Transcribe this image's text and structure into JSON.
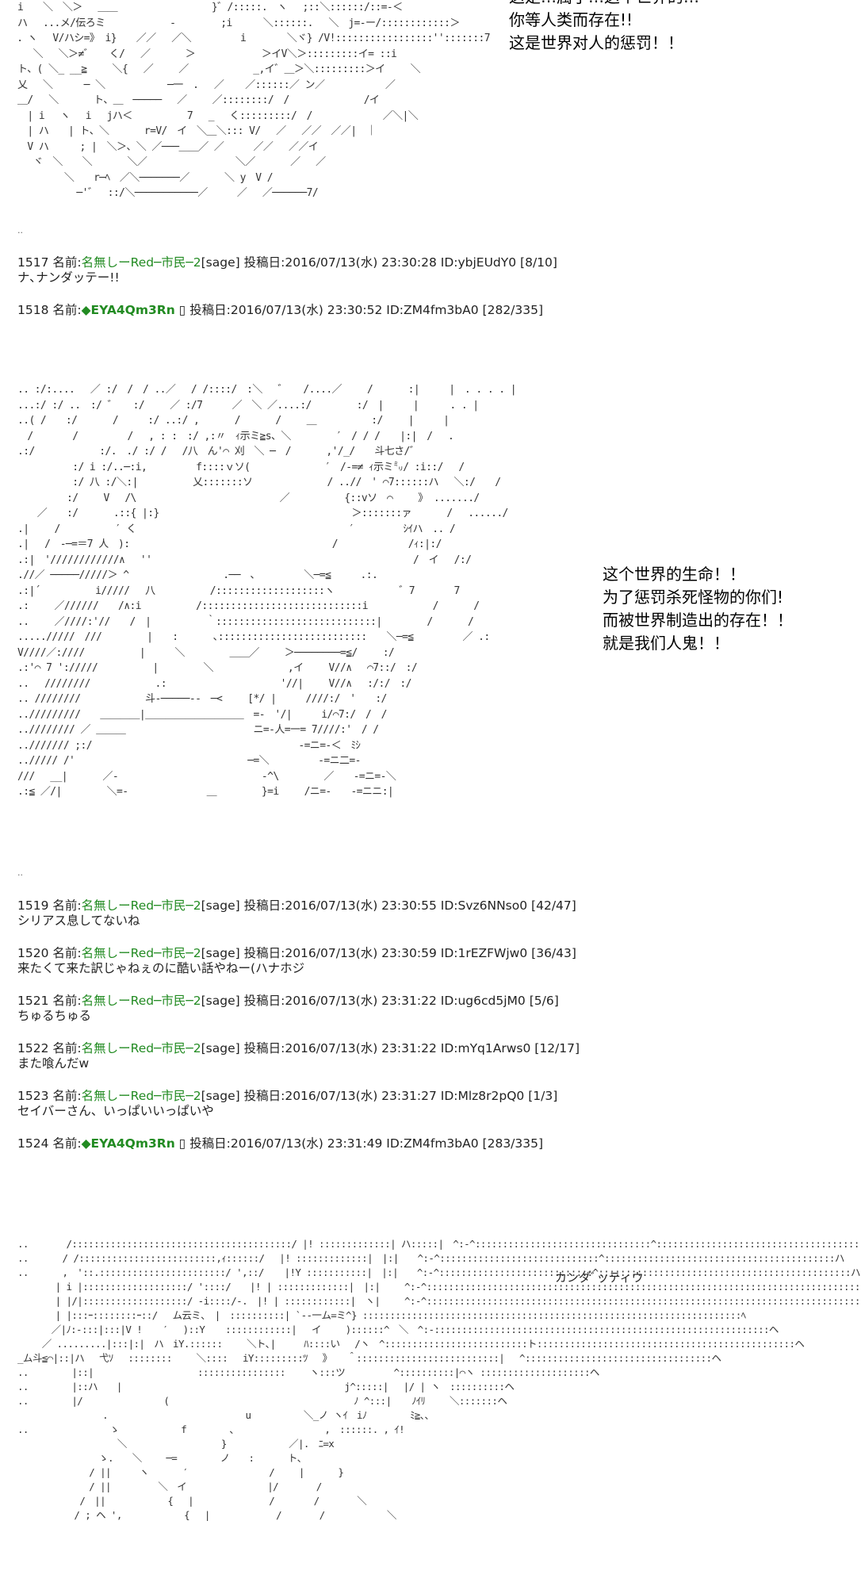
{
  "aa_blocks": {
    "aa1": [
      "i　　＼　＼＞　 ＿＿　　　　　　　　　 }゛/:::::.　ヽ　 ;::＼::::::/::=-＜",
      "ハ　 ...メ/伝ろミ　　　　　　 -　　　　 ;i　 　 ＼::::::.　 ＼　j=‐ー/::::::::::::＞",
      "．ヽ　 V/ハシ=》 i}　　／／　 ／＼　　　　　i　　 　 ＼ヾ} /V!:::::::::::::::::'':::::::7",
      "　 ＼　 ＼＞≠゛　 く/　 ／　　　 ＞　　 　 　 　＞イV＼＞:::::::::イ= ::i",
      "ト、( ＼_ __≧　　 ＼{　 ／　　 ／　　　　　　 _,イ゛＿＞＼:::::::::＞イ　　 ＼",
      "乂　 ＼　 　 ─ ＼　 　 　 　 ─一　.　 ／ 　 ／::::::／ ン／　　　　 　 ／",
      "＿/　 ＼　　　 ト、＿　─────　 ／　　 ／::::::::/　/　　　　　　 　/イ",
      "　| i　 ヽ　 i　 jハ＜　　　　　 7　 _　 く:::::::::/　/　　　　　 　 ／＼|＼",
      "　| ハ　　| ト、＼　　　 r=V/　イ　＼＿＼::: V/　 ／　 ／／　／／|　｜",
      "　V ハ　 　 ; |　＼＞、＼ ／───＿＿／ ／　　　／／　 ／／イ",
      "　 ヾ　＼　　＼　　 　＼／　　　　　　　　　＼／　　　 ／　 ／",
      "　 　 　 ＼　　r─ﾍ　／＼───────／　　　 ＼ y　V /",
      "　　　　　　─'゛　::/＼───────────／　　　／　 ／──────7/"
    ],
    "aa2": [
      ".. :/:....　 ／ :/　/　/ ..／　 / /::::/　:＼　 ゛ 　/....／　　 /　　　 :|　　　|　. . . . |",
      "...:/ :/ ..　:/ ゛　 :/　　 ／ :/7　　　／　＼ ／....:/　　　 　:/　|　　　|　 　 . . |",
      "..( /　　:/　　　 /　　　:/ ..:/ ,　　　 /　　　 /　　 ＿　　　　　 :/　 　|　　　|",
      "　/　　　　/　　　　　/　 , : :　:/ ,:〃　ｨ示ミ≧s、＼　　　　 ′　/ / /　　|:|　/　 .",
      ".:/　　　　　　 :/.　./ :/ /　 /八　ん'⌒ 刈　＼ ─　/ 　　　,'/_/　　斗七さ/゛",
      "　　　　　 :/ i :/..─:i,　　　　　f::::ｖソ(　　　　　　　 ′　/-=≠ ｨ示ミ㍉/ :i::/ 　/",
      "　　　　　 :/ 八 :/＼:|　　　　　 乂:::::::ソ　　　　　　　 / ..//　' ⌒7::::::ハ　 ＼:/　　/",
      "　　　　　:/　　 V　 /\\　　　　　　　　　　　　　　 ／　　　　　 {::vソ　⌒　　 》 ......./",
      "　　／　　:/　　　 .::{ |:}　　　　　　　　　　　　　　　　　　　 ＞:::::::ァ　　　 /　 ....../",
      ".|　　 /　　　　　 ′ く　　　　　　　　　　　　　　　　　　　　　 ′　　　　　ｼｲハ　.. /",
      ".|　 /　-─=＝7 人　):　　　　　　　　　　　　　　　　　　　　 /　　　　　 　 /ｨ:|:/",
      ".:|　'////////////∧　 ''　　　　　　　　　　　　　　　　　　　　　　　　　　 /　イ　 /:/",
      ".//／ ─────/////＞ ^　　　　　　　　　 .──　、　　　　　＼─=≦　　　.:.",
      ".:|´　　　　　 i/////　 八　　　　　 /:::::::::::::::::::ヽ　　　　　　 ゛7　　　　7",
      ".:　　 ／//////　　/∧:i　　　　　 /::::::::::::::::::::::::::::i　　　　　　 / 　　　/",
      "..　　 ／////:'//　　/　|　　　　　 ｀::::::::::::::::::::::::::::|　　　　 /　　　 /",
      "...../////　///　　　　 |　　:　　　 ､::::::::::::::::::::::::::　　＼─=≦　　　　　／ .:",
      "V////／:////　　　　　 |　　　＼　　　　 ＿＿／　　 ＞────────=≦/　　 :/",
      ".:'⌒ 7 '://///　　　　　 |　　　　 ＼　　　　　　　 ,イ　　 V//∧　 ⌒7::/　:/",
      "..　 ////////　　　　　　 .:　　　　　　　　　　　 '//|　　 V//∧　 :/:/　:/",
      ".. ////////　　　　　　 斗-─────-‐　─<　　 [*/ |　　　////:/　'　　:/",
      "../////////　　＿＿＿＿|＿＿＿＿＿＿＿＿＿＿　=-　'/|　　　i/⌒7:/　/　/",
      "..//////// ／ ＿＿＿　　　　　　　　　　　　　ニ=-人=一= 7////:'　/ /",
      "../////// ;:/　　　　　　　　　　　　　　　　　　　　　-=ニ=-＜　ﾐｼ",
      "..///// /'　　　　　　　　　　　　　　　　　 ─=＼　　　　　-=ニ二=-",
      "///　 __|　　　 ／-　　　　　　　　　　　　　　 -^\\　　　　 ／　　-=ニ=-＼",
      ".:≦ ／/|　　　　 ＼=-　　　　　　　　＿　　　　 }=i　　 /ニ=-　　-=ニニ:|"
    ],
    "aa3": [
      "..　　　　/::::::::::::::::::::::::::::::::::::::::/ |! :::::::::::::| ハ:::::|　^:-^::::::::::::::::::::::::::::::::^:::::::::::::::::::::::::::::::::::::::::ハ",
      "..　　　 / /:::::::::::::::::::::::::,ｨ::::::/ 　|! :::::::::::::|　|:|　　^:-^:::::::::::::::::::::::::::::^::::::::::::::::::::::::::::::::::::::::::ハ",
      "..　　　 ,　'::.:::::::::::::::::::::::/ ',::/ 　 |!Y :::::::::::|　|:|　　^:-^::::::::::::::::::::::::::::^::::::::::::::::::::::::::::::::::::::::::::::ハ",
      "　　　　| i |:::::::::::::::::::/ '::::/　　|! | :::::::::::::|　|:|　　 ^:-^:::::::::::::::::::::::::::::::::::::::::::::::::::::::::::::::::::::::::::::::::::|",
      "　　　　| |/|:::::::::::::::::::/ -i::::/-.　|! | ::::::::::::|　ヽ|　　 ^:-^:::::::::::::::::::::::::::::::::::::::::::::::::::::::::::::::::::::::::::::::::ヘ|",
      "　　　　| |:::ｰ::::::::ｰ::/　 ム云ミ、　|　::::::::::| `-‐一ム=ミ^} :::::::::::::::::::::::::::::::::::::::::::::::::::::::::::::::::::::ﾍ",
      "　　　 ／|ﾉ:-:::|:::|V ! 　 ′ 　)::Y 　 ::::::::::::|　 イ　　 )::::::^　＼　^:-:::::::::::::::::::::::::::::::::::::::::::::::::::::::::::::ヘ",
      "　　 ／ .........|:::|:|　ハ　iY.::::::　　 ＼ト､|　　　ﾊ::::い　 /ヽ　^::::::::::::::::::::::::::ト:::::::::::::::::::::::::::::::::::::::::::::::ヘ",
      "_ム斗≦⌒|::|ハ　 弋ｿ　 ::::::::　　 ＼::::　 iY:::::::::ﾂ　 》 　＾::::::::::::::::::::::::::|　 ^::::::::::::::::::::::::::::::::::ヘ",
      "..　　　　 |::|　　　　　　　　　　　::::::::::::::::　　 ヽ:::ツ　　　 　 ^::::::::::|⌒ヽ ::::::::::::::::::::ヘ",
      "..　　　　 |::ハ　　|　　　　　　　　　　　　　　　　　　　　　　　 j^:::::|　 |/ | ヽ　::::::::::ヘ",
      "..　　　　 |/　　　　　　　　 (　　　　　　　　　　　　　　　　　　　 ﾉ ^:::| 　 ﾉｲﾘ　　 ＼:::::::ヘ",
      "　　　　　　　　　.　　　　　　　　　　　　　　 u　　　　　 ＼_ノ ヽｲ　iﾉ　　　　 ﾐ≧、、",
      "..　　　　　　　　 ゝ　　　　　　 f　　　　 ､　　　　　　　　　 ,　::::::. , ｲ!",
      "　　　　　　　　　　 ＼　　　　　　　　　　}　　　　　　 ／|.　ﾆ=x",
      "　　　　　　　　 ゝ.　　＼　　 ─=　　　　 ノ　　:　　　 ト、",
      "　　　　　　　 / ||　　　ヽ　　　 ′　　　　　　　　 /　　 |　　　 }",
      "　　　　　　　 / ||　　　　　＼　イ　　　　　　　　 |/　　　　/",
      "　　　　　　 /　||　　　　　　 {　 |　　　　　　　　/　　 　 /　　　　＼",
      "　　　　　　/ ; ヘ ',　　　　　　 {　 |　　　　　　　/　　　　/　　　　　　 ＼"
    ]
  },
  "translations": {
    "t1": [
      "这是…属于…这个世界的…",
      "你等人类而存在!!",
      "这是世界对人的惩罚！！"
    ],
    "t2": [
      "这个世界的生命！！",
      "为了惩罚杀死怪物的你们!",
      "而被世界制造出的存在！！",
      "就是我们人鬼！！"
    ]
  },
  "sfx": "カンダﾞッティウ",
  "ellipsis": "..",
  "posts": [
    {
      "num": "1517",
      "label": "名前:",
      "name": "名無しーRed─市民─2",
      "mail": "[sage]",
      "date_label": "投稿日:",
      "date": "2016/07/13(水) 23:30:28",
      "id": "ID:ybjEUdY0",
      "count": "[8/10]",
      "body": "ナ､ナンダッテー!!"
    },
    {
      "num": "1518",
      "label": "名前:",
      "name": "◆EYA4Qm3Rn",
      "mail": "",
      "date_label": "投稿日:",
      "date": "2016/07/13(水) 23:30:52",
      "id": "ID:ZM4fm3bA0",
      "count": "[282/335]",
      "body": ""
    },
    {
      "num": "1519",
      "label": "名前:",
      "name": "名無しーRed─市民─2",
      "mail": "[sage]",
      "date_label": "投稿日:",
      "date": "2016/07/13(水) 23:30:55",
      "id": "ID:Svz6NNso0",
      "count": "[42/47]",
      "body": "シリアス息してないね"
    },
    {
      "num": "1520",
      "label": "名前:",
      "name": "名無しーRed─市民─2",
      "mail": "[sage]",
      "date_label": "投稿日:",
      "date": "2016/07/13(水) 23:30:59",
      "id": "ID:1rEZFWjw0",
      "count": "[36/43]",
      "body": "来たくて来た訳じゃねぇのに酷い話やねー(ハナホジ"
    },
    {
      "num": "1521",
      "label": "名前:",
      "name": "名無しーRed─市民─2",
      "mail": "[sage]",
      "date_label": "投稿日:",
      "date": "2016/07/13(水) 23:31:22",
      "id": "ID:ug6cd5jM0",
      "count": "[5/6]",
      "body": "ちゅるちゅる"
    },
    {
      "num": "1522",
      "label": "名前:",
      "name": "名無しーRed─市民─2",
      "mail": "[sage]",
      "date_label": "投稿日:",
      "date": "2016/07/13(水) 23:31:22",
      "id": "ID:mYq1Arws0",
      "count": "[12/17]",
      "body": "また喰んだw"
    },
    {
      "num": "1523",
      "label": "名前:",
      "name": "名無しーRed─市民─2",
      "mail": "[sage]",
      "date_label": "投稿日:",
      "date": "2016/07/13(水) 23:31:27",
      "id": "ID:Mlz8r2pQ0",
      "count": "[1/3]",
      "body": "セイバーさん、いっぱいいっぱいや"
    },
    {
      "num": "1524",
      "label": "名前:",
      "name": "◆EYA4Qm3Rn",
      "mail": "",
      "date_label": "投稿日:",
      "date": "2016/07/13(水) 23:31:49",
      "id": "ID:ZM4fm3bA0",
      "count": "[283/335]",
      "body": ""
    }
  ]
}
